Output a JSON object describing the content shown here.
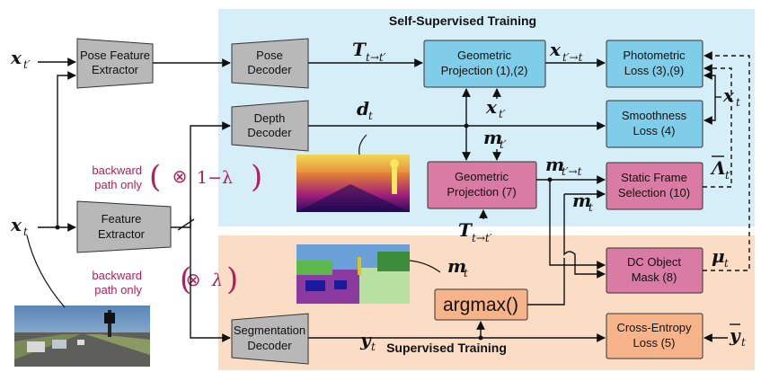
{
  "panels": {
    "self_supervised_title": "Self-Supervised Training",
    "supervised_title": "Supervised Training"
  },
  "blocks": {
    "pose_feature_extractor": [
      "Pose Feature",
      "Extractor"
    ],
    "pose_decoder": [
      "Pose",
      "Decoder"
    ],
    "geometric_projection_1": [
      "Geometric",
      "Projection (1),(2)"
    ],
    "photometric_loss": [
      "Photometric",
      "Loss (3),(9)"
    ],
    "depth_decoder": [
      "Depth",
      "Decoder"
    ],
    "smoothness_loss": [
      "Smoothness",
      "Loss (4)"
    ],
    "geometric_projection_7": [
      "Geometric",
      "Projection (7)"
    ],
    "static_frame_selection": [
      "Static Frame",
      "Selection (10)"
    ],
    "feature_extractor": [
      "Feature",
      "Extractor"
    ],
    "dc_object_mask": [
      "DC Object",
      "Mask (8)"
    ],
    "argmax": "argmax()",
    "segmentation_decoder": [
      "Segmentation",
      "Decoder"
    ],
    "cross_entropy_loss": [
      "Cross-Entropy",
      "Loss (5)"
    ]
  },
  "gates": {
    "top": {
      "label": [
        "backward",
        "path only"
      ],
      "factor": "1−λ"
    },
    "bottom": {
      "label": [
        "backward",
        "path only"
      ],
      "factor": "λ"
    },
    "multiply_symbol": "⊗"
  },
  "symbols": {
    "x_tprime": {
      "main": "x",
      "sub": "t′"
    },
    "x_t": {
      "main": "x",
      "sub": "t"
    },
    "T": {
      "main": "T",
      "sub": "t→t′"
    },
    "x_tprime_to_t": {
      "main": "x",
      "sub": "t′→t"
    },
    "d_t": {
      "main": "d",
      "sub": "t"
    },
    "m_tprime": {
      "main": "m",
      "sub": "t′"
    },
    "m_tprime_to_t": {
      "main": "m",
      "sub": "t′→t"
    },
    "m_t": {
      "main": "m",
      "sub": "t"
    },
    "Lambda": {
      "main": "Λ",
      "sub": "t′"
    },
    "mu_t": {
      "main": "μ",
      "sub": "t"
    },
    "y_t": {
      "main": "y",
      "sub": "t"
    },
    "y_bar_t": {
      "main": "y",
      "sub": "t"
    }
  },
  "colors": {
    "self_supervised_bg": "#d6eef8",
    "supervised_bg": "#fbdcc4",
    "blue_block": "#7fcde8",
    "pink_block": "#d97ba3",
    "gray_block": "#b8b8b8",
    "orange_block": "#f7b48a",
    "accent_magenta": "#b0205a"
  },
  "icons": {
    "depth_map": "depth-map-thumbnail",
    "segmentation_map": "segmentation-map-thumbnail",
    "input_photo": "street-photo-thumbnail"
  }
}
